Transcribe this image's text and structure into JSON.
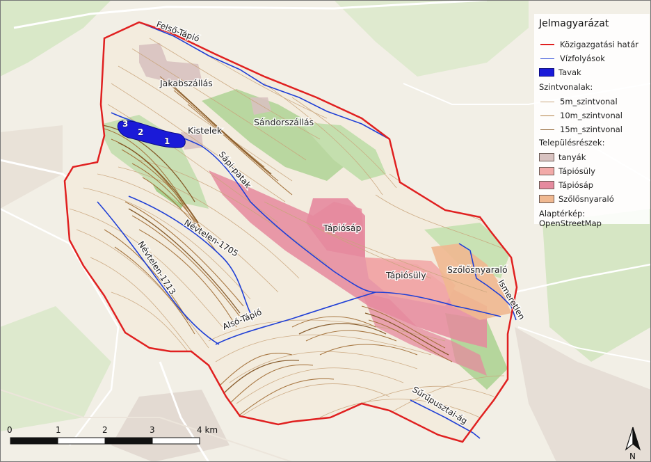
{
  "legend": {
    "title": "Jelmagyarázat",
    "items": [
      {
        "label": "Közigazgatási határ",
        "color": "#e02020",
        "kind": "line"
      },
      {
        "label": "Vízfolyások",
        "color": "#1f3fd6",
        "kind": "line"
      },
      {
        "label": "Tavak",
        "color": "#1a1ad8",
        "kind": "fill"
      }
    ],
    "contour_heading": "Szintvonalak:",
    "contours": [
      {
        "label": "5m_szintvonal",
        "color": "#c9a57c"
      },
      {
        "label": "10m_szintvonal",
        "color": "#b07c3f"
      },
      {
        "label": "15m_szintvonal",
        "color": "#8a5b26"
      }
    ],
    "district_heading": "Településrészek:",
    "districts": [
      {
        "label": "tanyák",
        "color": "#d8c2c0"
      },
      {
        "label": "Tápiósüly",
        "color": "#f2aaa8"
      },
      {
        "label": "Tápiósáp",
        "color": "#e58a9e"
      },
      {
        "label": "Szőlősnyaraló",
        "color": "#f0b890"
      }
    ],
    "basemap": "Alaptérkép: OpenStreetMap"
  },
  "places": {
    "jakabszallas": "Jakabszállás",
    "sandorszallas": "Sándorszállás",
    "kistelek": "Kistelek",
    "tapiosap": "Tápiósáp",
    "tapiosuly": "Tápiósüly",
    "szolosnyaralo": "Szőlősnyaraló"
  },
  "streams": {
    "felso_tapio": "Felső-Tápió",
    "sapi_patak": "Sápi-patak",
    "nevtelen_1705": "Névtelen-1705",
    "nevtelen_1713": "Névtelen-1713",
    "also_tapio": "Alsó-Tápió",
    "ismeretlen": "Ismeretlen",
    "surupusztai_ag": "Sűrűpusztai-ág"
  },
  "lakes": [
    "3",
    "2",
    "1"
  ],
  "scale": {
    "ticks": [
      "0",
      "1",
      "2",
      "3",
      "4 km"
    ]
  },
  "north": "N"
}
